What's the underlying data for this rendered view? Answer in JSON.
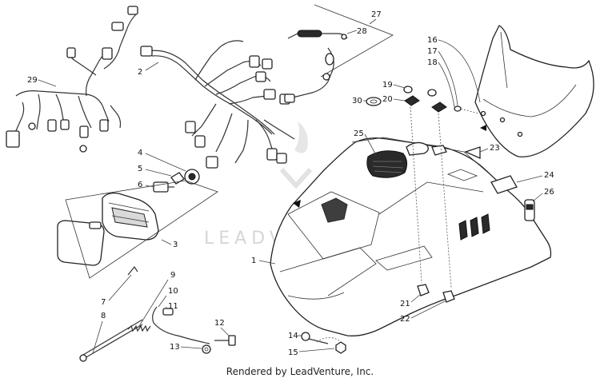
{
  "callouts": [
    {
      "id": "1",
      "label": "1"
    },
    {
      "id": "2",
      "label": "2"
    },
    {
      "id": "3",
      "label": "3"
    },
    {
      "id": "4",
      "label": "4"
    },
    {
      "id": "5",
      "label": "5"
    },
    {
      "id": "6",
      "label": "6"
    },
    {
      "id": "7",
      "label": "7"
    },
    {
      "id": "8",
      "label": "8"
    },
    {
      "id": "9",
      "label": "9"
    },
    {
      "id": "10",
      "label": "10"
    },
    {
      "id": "11",
      "label": "11"
    },
    {
      "id": "12",
      "label": "12"
    },
    {
      "id": "13",
      "label": "13"
    },
    {
      "id": "14",
      "label": "14"
    },
    {
      "id": "15",
      "label": "15"
    },
    {
      "id": "16",
      "label": "16"
    },
    {
      "id": "17",
      "label": "17"
    },
    {
      "id": "18",
      "label": "18"
    },
    {
      "id": "19",
      "label": "19"
    },
    {
      "id": "20",
      "label": "20"
    },
    {
      "id": "21",
      "label": "21"
    },
    {
      "id": "22",
      "label": "22"
    },
    {
      "id": "23",
      "label": "23"
    },
    {
      "id": "24",
      "label": "24"
    },
    {
      "id": "25",
      "label": "25"
    },
    {
      "id": "26",
      "label": "26"
    },
    {
      "id": "27",
      "label": "27"
    },
    {
      "id": "28",
      "label": "28"
    },
    {
      "id": "29",
      "label": "29"
    },
    {
      "id": "30",
      "label": "30"
    }
  ],
  "watermark": "LEADVENTURE",
  "footer": "Rendered by LeadVenture, Inc."
}
